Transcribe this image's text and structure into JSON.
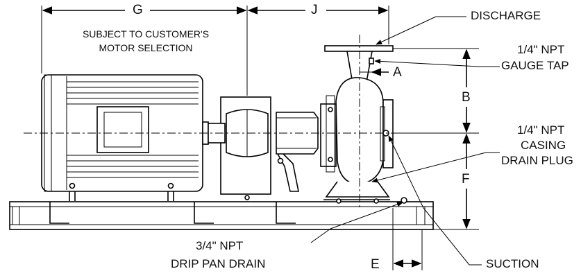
{
  "dimensions": {
    "g": "G",
    "j": "J",
    "a": "A",
    "b": "B",
    "f": "F",
    "e": "E"
  },
  "notes": {
    "motor_line1": "SUBJECT TO CUSTOMER'S",
    "motor_line2": "MOTOR SELECTION"
  },
  "callouts": {
    "discharge": "DISCHARGE",
    "gauge_tap_line1": "1/4\" NPT",
    "gauge_tap_line2": "GAUGE TAP",
    "casing_drain_line1": "1/4\" NPT",
    "casing_drain_line2": "CASING",
    "casing_drain_line3": "DRAIN PLUG",
    "drip_pan_line1": "3/4\" NPT",
    "drip_pan_line2": "DRIP PAN DRAIN",
    "suction": "SUCTION"
  }
}
